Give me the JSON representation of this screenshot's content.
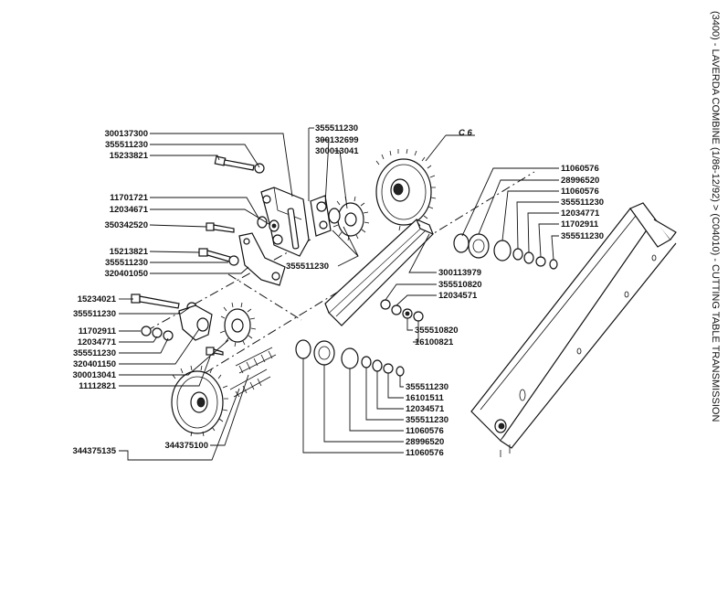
{
  "title": "(3400) - LAVERDA COMBINE (1/86-12/92) > (C04010) - CUTTING TABLE TRANSMISSION",
  "group_marker": "C 6",
  "labels": {
    "l300137300": "300137300",
    "l355511230a": "355511230",
    "l15233821": "15233821",
    "l11701721": "11701721",
    "l12034671": "12034671",
    "l350342520": "350342520",
    "l15213821": "15213821",
    "l355511230b": "355511230",
    "l320401050": "320401050",
    "l15234021": "15234021",
    "l355511230c": "355511230",
    "l11702911a": "11702911",
    "l12034771a": "12034771",
    "l355511230d": "355511230",
    "l320401150": "320401150",
    "l300013041b": "300013041",
    "l11112821": "11112821",
    "l344375100": "344375100",
    "l344375135": "344375135",
    "l355511230top": "355511230",
    "l300132699": "300132699",
    "l300013041a": "300013041",
    "l355511230mid": "355511230",
    "l11060576a": "11060576",
    "l28996520a": "28996520",
    "l11060576b": "11060576",
    "l355511230e": "355511230",
    "l12034771b": "12034771",
    "l11702911b": "11702911",
    "l355511230f": "355511230",
    "l300113979": "300113979",
    "l355510820a": "355510820",
    "l12034571a": "12034571",
    "l355510820b": "355510820",
    "l16100821": "16100821",
    "l355511230g": "355511230",
    "l16101511": "16101511",
    "l12034571b": "12034571",
    "l355511230h": "355511230",
    "l11060576c": "11060576",
    "l28996520b": "28996520",
    "l11060576d": "11060576"
  }
}
